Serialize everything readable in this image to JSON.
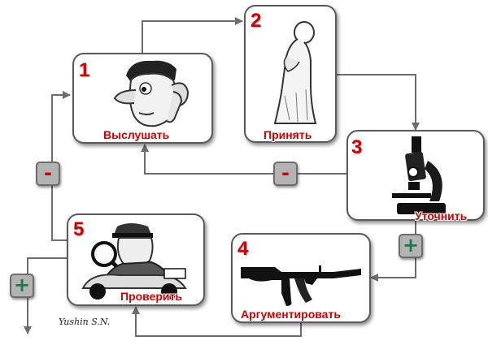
{
  "steps": [
    {
      "number": "1",
      "label": "Выслушать",
      "icon": "listening-man-icon"
    },
    {
      "number": "2",
      "label": "Принять",
      "icon": "bowing-monk-icon"
    },
    {
      "number": "3",
      "label": "Уточнить",
      "icon": "microscope-icon"
    },
    {
      "number": "4",
      "label": "Аргументировать",
      "icon": "rifle-icon"
    },
    {
      "number": "5",
      "label": "Проверить",
      "icon": "inspector-with-magnifier-icon"
    }
  ],
  "badges": {
    "minus_left": "-",
    "minus_middle": "-",
    "plus_right": "+",
    "plus_exit": "+"
  },
  "signature": "Yushin S.N.",
  "colors": {
    "accent": "#d40000",
    "plus": "#1a7a4a",
    "badge": "#b3b3b3",
    "connector": "#6d6d6d"
  }
}
